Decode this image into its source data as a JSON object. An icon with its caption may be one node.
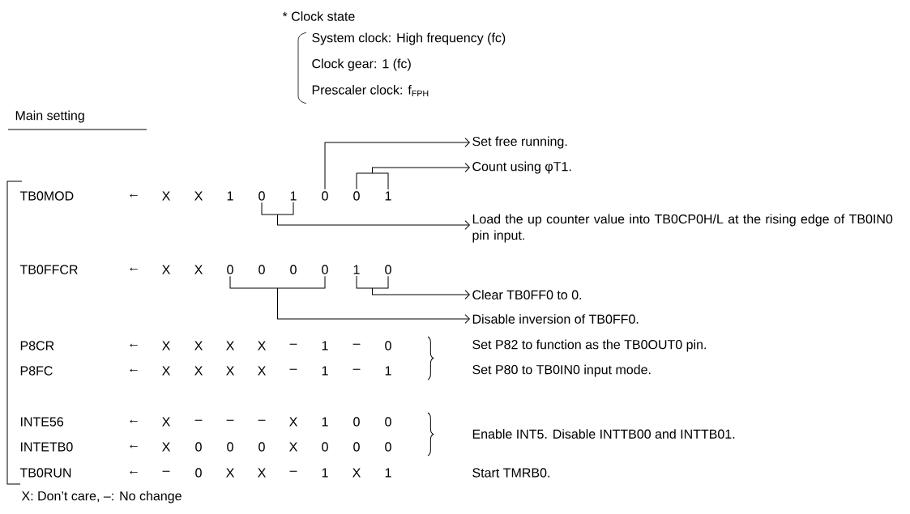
{
  "diagram": {
    "nodes": [
      {
        "text": [
          "Set free running."
        ]
      },
      {
        "text": [
          "Count using φT1."
        ]
      },
      {
        "text": [
          "0"
        ]
      },
      {
        "text": [
          "1"
        ]
      },
      {
        "text": [
          "0"
        ]
      },
      {
        "text": [
          "0"
        ]
      },
      {
        "text": [
          "1"
        ]
      },
      {
        "text": [
          "Load the up counter value into TB0CP0H/L at the rising edge of TB0IN0 pin input."
        ]
      },
      {
        "text": [
          "0"
        ]
      },
      {
        "text": [
          "0"
        ]
      },
      {
        "text": [
          "1"
        ]
      },
      {
        "text": [
          "0"
        ]
      },
      {
        "text": [
          "Clear TB0FF0 to 0."
        ]
      },
      {
        "text": [
          "Disable inversion of TB0FF0."
        ]
      }
    ],
    "edges": [
      {
        "from": 4,
        "to": 0,
        "arrow": "to"
      },
      {
        "from": 5,
        "to": 1,
        "arrow": "to"
      },
      {
        "from": 6,
        "to": 1,
        "arrow": "to"
      },
      {
        "from": 2,
        "to": 7,
        "arrow": "to"
      },
      {
        "from": 3,
        "to": 7,
        "arrow": "to"
      },
      {
        "from": 10,
        "to": 12,
        "arrow": "to"
      },
      {
        "from": 11,
        "to": 12,
        "arrow": "to"
      },
      {
        "from": 8,
        "to": 13,
        "arrow": "to"
      },
      {
        "from": 9,
        "to": 13,
        "arrow": "to"
      }
    ],
    "labels": [
      "* Clock state",
      "System clock: High frequency (fc)",
      "Clock gear: 1 (fc)",
      "Prescaler clock: f$_{FPH}$",
      "Main setting",
      "TB0MOD",
      "←",
      "X",
      "X",
      "1",
      "TB0FFCR",
      "←",
      "X",
      "X",
      "0",
      "0",
      "P8CR",
      "←",
      "X",
      "X",
      "X",
      "X",
      "–",
      "1",
      "–",
      "0",
      "Set P82 to function as the TB0OUT0 pin.",
      "P8FC",
      "←",
      "X",
      "X",
      "X",
      "X",
      "–",
      "1",
      "–",
      "1",
      "Set P80 to TB0IN0 input mode.",
      "INTE56",
      "←",
      "X",
      "–",
      "–",
      "–",
      "X",
      "1",
      "0",
      "0",
      "Enable INT5. Disable INTTB00 and INTTB01.",
      "INTETB0",
      "←",
      "X",
      "0",
      "0",
      "0",
      "X",
      "0",
      "0",
      "0",
      "TB0RUN",
      "←",
      "–",
      "0",
      "X",
      "X",
      "–",
      "1",
      "X",
      "1",
      "Start TMRB0.",
      "X: Don’t care, –: No change"
    ]
  }
}
